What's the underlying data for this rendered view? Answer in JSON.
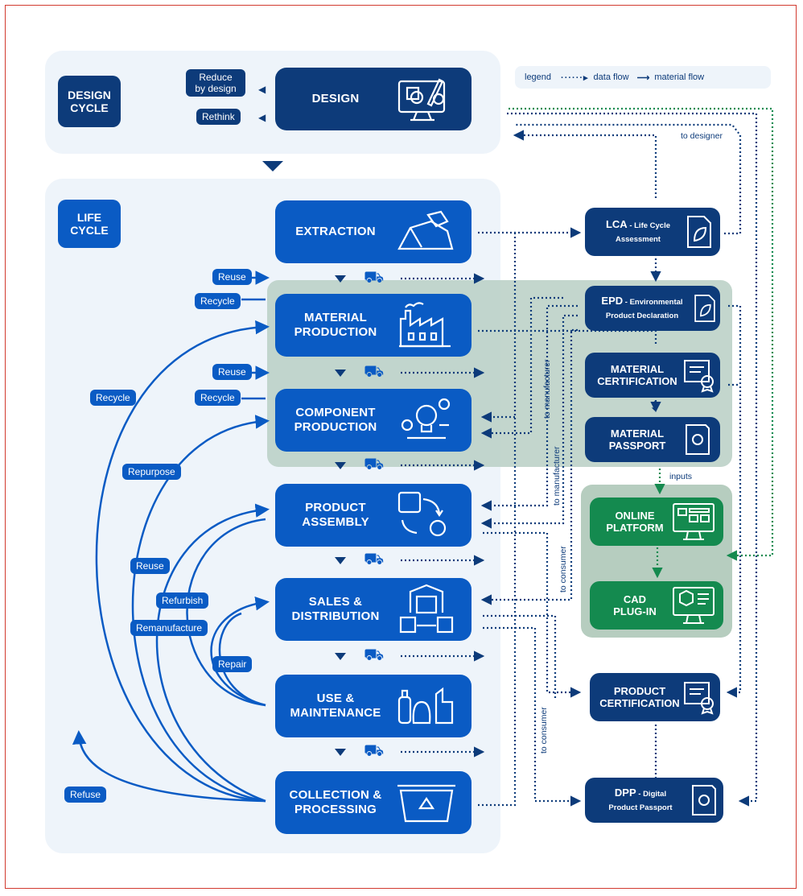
{
  "legend": {
    "label": "legend",
    "data_flow": "data flow",
    "material_flow": "material flow"
  },
  "design_cycle": {
    "title": "DESIGN\nCYCLE",
    "box": "DESIGN",
    "tags": [
      "Reduce\nby design",
      "Rethink"
    ]
  },
  "life_cycle": {
    "title": "LIFE\nCYCLE"
  },
  "stages": [
    {
      "label": "EXTRACTION",
      "icon": "rock-icon"
    },
    {
      "label": "MATERIAL\nPRODUCTION",
      "icon": "factory-icon"
    },
    {
      "label": "COMPONENT\nPRODUCTION",
      "icon": "component-icon"
    },
    {
      "label": "PRODUCT\nASSEMBLY",
      "icon": "assembly-icon"
    },
    {
      "label": "SALES &\nDISTRIBUTION",
      "icon": "warehouse-icon"
    },
    {
      "label": "USE &\nMAINTENANCE",
      "icon": "products-icon"
    },
    {
      "label": "COLLECTION &\nPROCESSING",
      "icon": "recycle-bin-icon"
    }
  ],
  "loop_tags": {
    "reuse1": "Reuse",
    "recycle1": "Recycle",
    "reuse2": "Reuse",
    "recycle2": "Recycle",
    "recycle_outer": "Recycle",
    "repurpose": "Repurpose",
    "reuse_outer": "Reuse",
    "refurbish": "Refurbish",
    "remanufacture": "Remanufacture",
    "repair": "Repair",
    "refuse": "Refuse"
  },
  "right_boxes": {
    "lca": {
      "main": "LCA",
      "sub": " - Life Cycle\nAssessment"
    },
    "epd": {
      "main": "EPD",
      "sub": " - Environmental\nProduct Declaration"
    },
    "material_certification": "MATERIAL\nCERTIFICATION",
    "material_passport": "MATERIAL\nPASSPORT",
    "online_platform": "ONLINE\nPLATFORM",
    "cad_plugin": "CAD\nPLUG-IN",
    "product_certification": "PRODUCT\nCERTIFICATION",
    "dpp": {
      "main": "DPP",
      "sub": " - Digital\nProduct Passport"
    }
  },
  "annotations": {
    "to_designer": "to designer",
    "inputs": "inputs",
    "to_manufacturer_1": "to manufacturer",
    "to_manufacturer_2": "to manufacturer",
    "to_consumer_1": "to consumer",
    "to_consumer_2": "to consumer"
  },
  "colors": {
    "blue": "#0a5bc4",
    "navy": "#0d3b7a",
    "green": "#148a4f",
    "panel": "#eef4fa"
  }
}
